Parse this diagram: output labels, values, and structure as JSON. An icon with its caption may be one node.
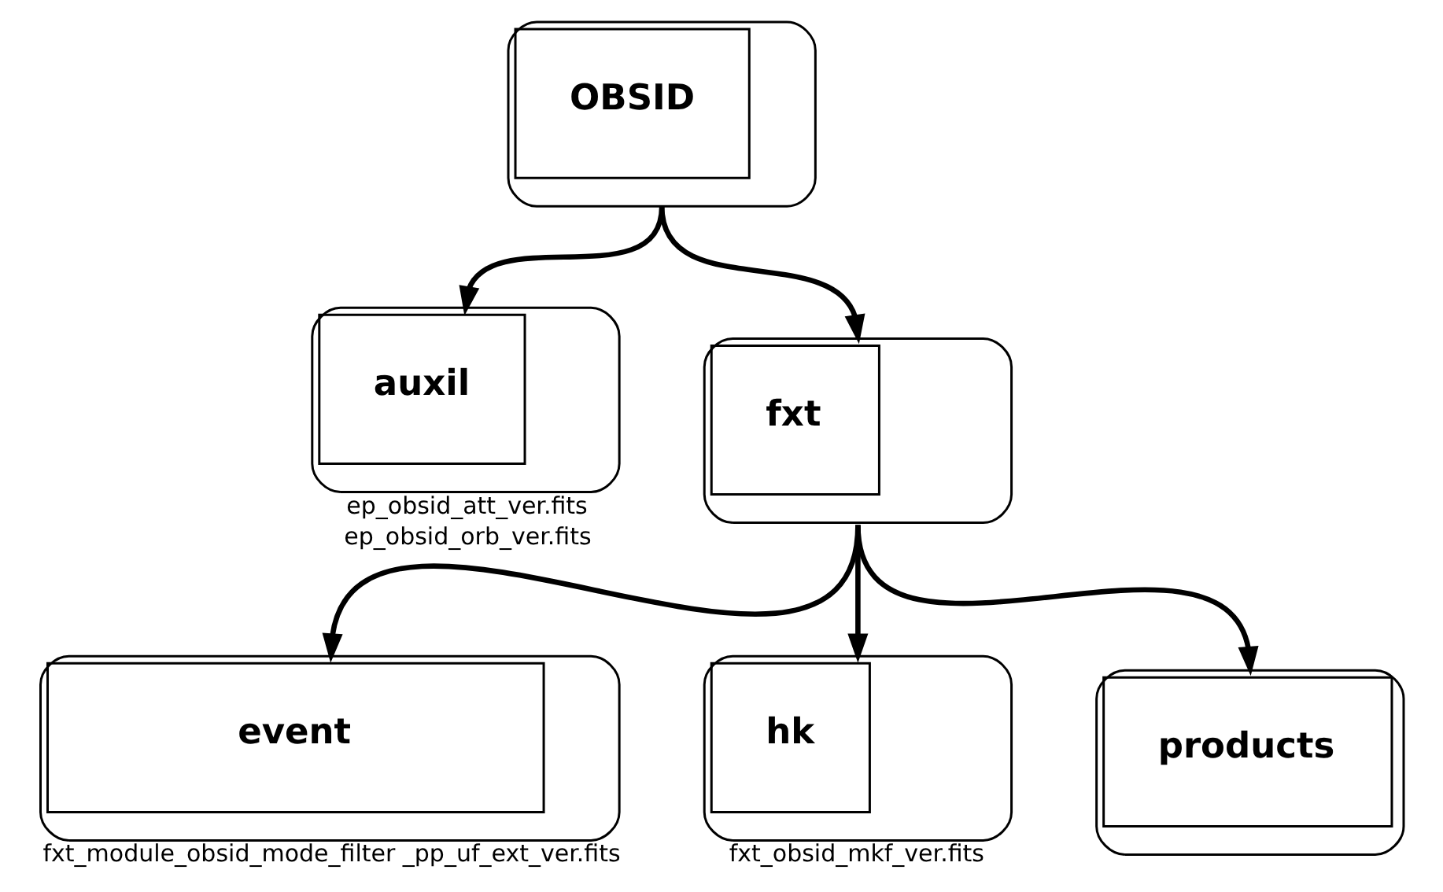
{
  "diagram": {
    "nodes": [
      {
        "text": [
          "OBSID"
        ]
      },
      {
        "text": [
          "auxil"
        ],
        "beside": [
          "ep_obsid_att_ver.fits",
          "ep_obsid_orb_ver.fits"
        ]
      },
      {
        "text": [
          "fxt"
        ]
      },
      {
        "text": [
          "event"
        ],
        "beside": [
          "fxt_module_obsid_mode_filter _pp_uf_ext_ver.fits"
        ]
      },
      {
        "text": [
          "hk"
        ],
        "beside": [
          "fxt_obsid_mkf_ver.fits"
        ]
      },
      {
        "text": [
          "products"
        ]
      }
    ],
    "edges": [
      {
        "from": 0,
        "to": 1,
        "arrow": "to"
      },
      {
        "from": 0,
        "to": 2,
        "arrow": "to"
      },
      {
        "from": 2,
        "to": 3,
        "arrow": "to"
      },
      {
        "from": 2,
        "to": 4,
        "arrow": "to"
      },
      {
        "from": 2,
        "to": 5,
        "arrow": "to"
      }
    ]
  }
}
